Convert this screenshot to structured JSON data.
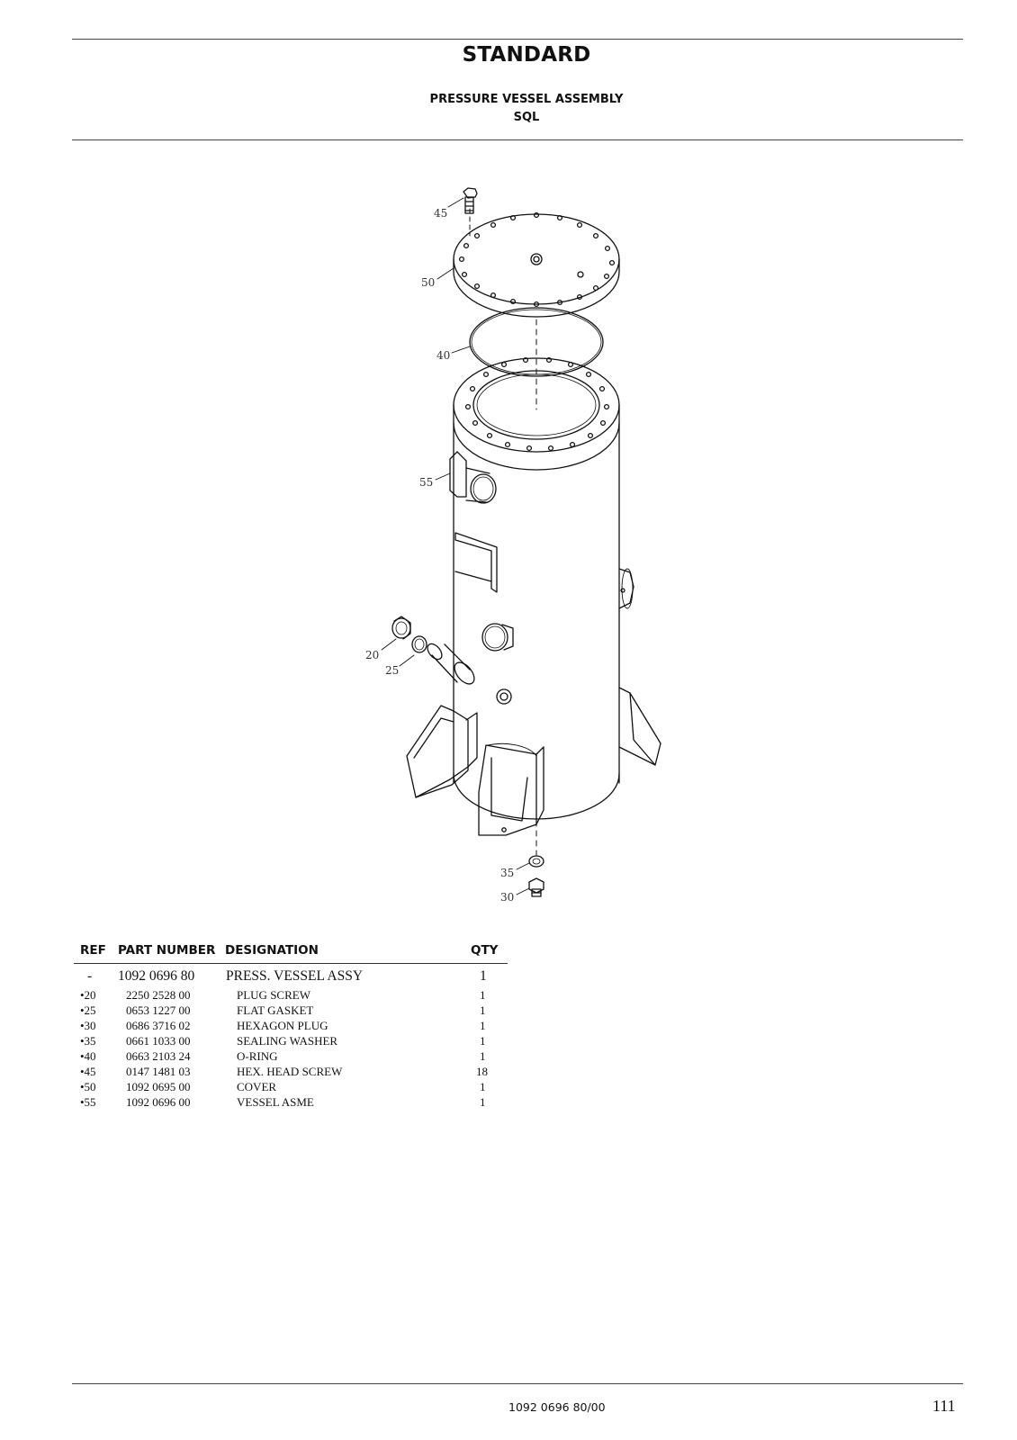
{
  "header": {
    "title": "STANDARD",
    "subtitle": "PRESSURE VESSEL ASSEMBLY",
    "model": "SQL"
  },
  "drawing": {
    "callouts": [
      "45",
      "50",
      "40",
      "55",
      "20",
      "25",
      "35",
      "30"
    ]
  },
  "parts_table": {
    "columns": {
      "ref": "REF",
      "part_number": "PART NUMBER",
      "designation": "DESIGNATION",
      "qty": "QTY"
    },
    "assembly": {
      "ref": "-",
      "part_number": "1092 0696 80",
      "designation": "PRESS. VESSEL ASSY",
      "qty": "1"
    },
    "rows": [
      {
        "ref": "•20",
        "part_number": "2250 2528 00",
        "designation": "PLUG SCREW",
        "qty": "1"
      },
      {
        "ref": "•25",
        "part_number": "0653 1227 00",
        "designation": "FLAT GASKET",
        "qty": "1"
      },
      {
        "ref": "•30",
        "part_number": "0686 3716 02",
        "designation": "HEXAGON PLUG",
        "qty": "1"
      },
      {
        "ref": "•35",
        "part_number": "0661 1033 00",
        "designation": "SEALING WASHER",
        "qty": "1"
      },
      {
        "ref": "•40",
        "part_number": "0663 2103 24",
        "designation": "O-RING",
        "qty": "1"
      },
      {
        "ref": "•45",
        "part_number": "0147 1481 03",
        "designation": "HEX. HEAD SCREW",
        "qty": "18"
      },
      {
        "ref": "•50",
        "part_number": "1092 0695 00",
        "designation": "COVER",
        "qty": "1"
      },
      {
        "ref": "•55",
        "part_number": "1092 0696 00",
        "designation": "VESSEL ASME",
        "qty": "1"
      }
    ]
  },
  "footer": {
    "document_code": "1092 0696 80/00",
    "page_number": "111"
  }
}
